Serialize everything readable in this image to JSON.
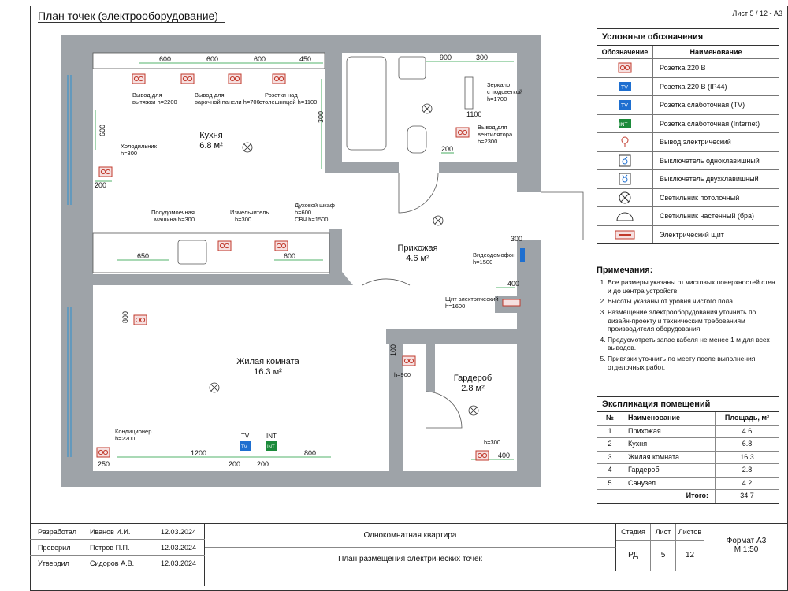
{
  "sheet_label": "Лист 5 / 12 - А3",
  "title": "План точек (электрооборудование)",
  "rooms": {
    "kitchen": {
      "name": "Кухня",
      "area": "6.8 м²"
    },
    "hall": {
      "name": "Прихожая",
      "area": "4.6 м²"
    },
    "living": {
      "name": "Жилая комната",
      "area": "16.3 м²"
    },
    "wardrobe": {
      "name": "Гардероб",
      "area": "2.8 м²"
    }
  },
  "labels": {
    "hood": "Вывод для вытяжки h=2200",
    "hob": "Вывод для варочной панели h=700",
    "counter": "Розетки над столешницей h=1100",
    "fridge": "Холодильник h=300",
    "dishwasher": "Посудомоечная машина h=300",
    "grinder": "Измельчитель h=300",
    "oven": "Духовой шкаф h=600 СВЧ h=1500",
    "mirror": "Зеркало с подсветкой h=1700",
    "fan": "Вывод для вентилятора h=2300",
    "intercom": "Видеодомофон h=1500",
    "panel": "Щит электрический h=1600",
    "aircon": "Кондиционер h=2200",
    "h900": "h=900",
    "h300": "h=300",
    "tv": "TV",
    "int": "INT"
  },
  "dims": {
    "k600a": "600",
    "k600b": "600",
    "k600c": "600",
    "k450": "450",
    "k900": "900",
    "k300top": "300",
    "k600v": "600",
    "k300v": "300",
    "k200v": "200",
    "k650": "650",
    "k600low": "600",
    "b1100": "1100",
    "b200": "200",
    "h300": "300",
    "h400": "400",
    "l800v": "800",
    "l1200": "1200",
    "l200a": "200",
    "l200b": "200",
    "l800": "800",
    "l250": "250",
    "w100": "100",
    "w400": "400"
  },
  "legend": {
    "title": "Условные обозначения",
    "col_symbol": "Обозначение",
    "col_name": "Наименование",
    "items": [
      {
        "icon": "socket-220-icon",
        "name": "Розетка 220 В"
      },
      {
        "icon": "socket-ip44-icon",
        "name": "Розетка 220 В (IP44)"
      },
      {
        "icon": "tv-socket-icon",
        "name": "Розетка слаботочная (TV)"
      },
      {
        "icon": "internet-socket-icon",
        "name": "Розетка слаботочная (Internet)"
      },
      {
        "icon": "electric-outlet-icon",
        "name": "Вывод электрический"
      },
      {
        "icon": "single-switch-icon",
        "name": "Выключатель одноклавишный"
      },
      {
        "icon": "double-switch-icon",
        "name": "Выключатель двухклавишный"
      },
      {
        "icon": "ceiling-light-icon",
        "name": "Светильник потолочный"
      },
      {
        "icon": "wall-light-icon",
        "name": "Светильник настенный (бра)"
      },
      {
        "icon": "electric-panel-icon",
        "name": "Электрический щит"
      }
    ],
    "tv_text": "TV",
    "int_text": "INT"
  },
  "notes": {
    "title": "Примечания:",
    "items": [
      "Все размеры указаны от чистовых поверхностей стен и до центра устройств.",
      "Высоты указаны от уровня чистого пола.",
      "Размещение электрооборудования уточнить по дизайн-проекту и техническим требованиям производителя оборудования.",
      "Предусмотреть запас кабеля не менее 1 м для всех выводов.",
      "Привязки уточнить по месту после выполнения отделочных работ."
    ]
  },
  "explication": {
    "title": "Экспликация помещений",
    "col_no": "№",
    "col_name": "Наименование",
    "col_area": "Площадь, м²",
    "rows": [
      {
        "no": "1",
        "name": "Прихожая",
        "area": "4.6"
      },
      {
        "no": "2",
        "name": "Кухня",
        "area": "6.8"
      },
      {
        "no": "3",
        "name": "Жилая комната",
        "area": "16.3"
      },
      {
        "no": "4",
        "name": "Гардероб",
        "area": "2.8"
      },
      {
        "no": "5",
        "name": "Санузел",
        "area": "4.2"
      }
    ],
    "total_label": "Итого:",
    "total": "34.7"
  },
  "stamp": {
    "rows": [
      {
        "role": "Разработал",
        "person": "Иванов И.И.",
        "date": "12.03.2024"
      },
      {
        "role": "Проверил",
        "person": "Петров П.П.",
        "date": "12.03.2024"
      },
      {
        "role": "Утвердил",
        "person": "Сидоров А.В.",
        "date": "12.03.2024"
      }
    ],
    "object": "Однокомнатная квартира",
    "sheet_title": "План размещения электрических точек",
    "stage_label": "Стадия",
    "stage": "РД",
    "sheet_label": "Лист",
    "sheet": "5",
    "sheets_label": "Листов",
    "sheets": "12",
    "format": "Формат А3",
    "scale": "М 1:50"
  },
  "colors": {
    "wall": "#9ea3a8",
    "dim": "#1a9a3a",
    "socket": "#c0392b",
    "tv": "#1e6fd0",
    "int": "#1b8a3a"
  }
}
